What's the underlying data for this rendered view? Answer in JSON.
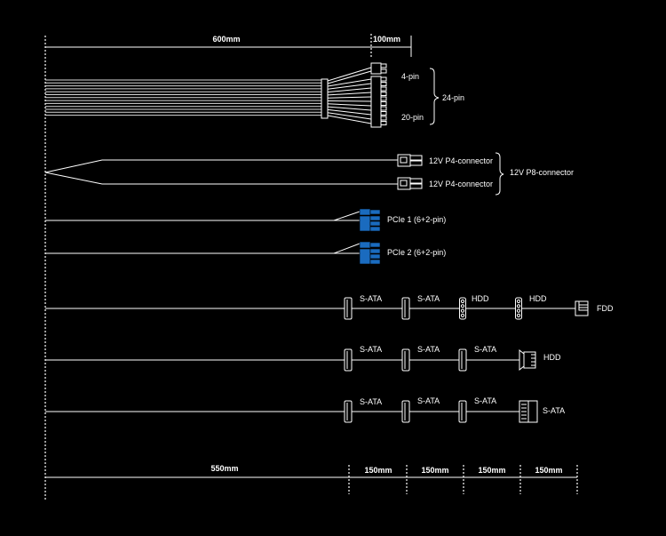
{
  "dimensions": {
    "top": [
      "600mm",
      "100mm"
    ],
    "bottom": [
      "550mm",
      "150mm",
      "150mm",
      "150mm",
      "150mm"
    ]
  },
  "atx": {
    "four_pin": "4-pin",
    "twenty_pin": "20-pin",
    "total": "24-pin"
  },
  "cpu": {
    "p4_a": "12V P4-connector",
    "p4_b": "12V P4-connector",
    "p8": "12V P8-connector"
  },
  "pcie": [
    "PCIe 1 (6+2-pin)",
    "PCIe 2 (6+2-pin)"
  ],
  "row1": [
    "S-ATA",
    "S-ATA",
    "HDD",
    "HDD",
    "FDD"
  ],
  "row2": [
    "S-ATA",
    "S-ATA",
    "S-ATA",
    "HDD"
  ],
  "row3": [
    "S-ATA",
    "S-ATA",
    "S-ATA",
    "S-ATA"
  ],
  "colors": {
    "background": "#000000",
    "line": "#ffffff",
    "pcie": "#1a6bbf"
  }
}
